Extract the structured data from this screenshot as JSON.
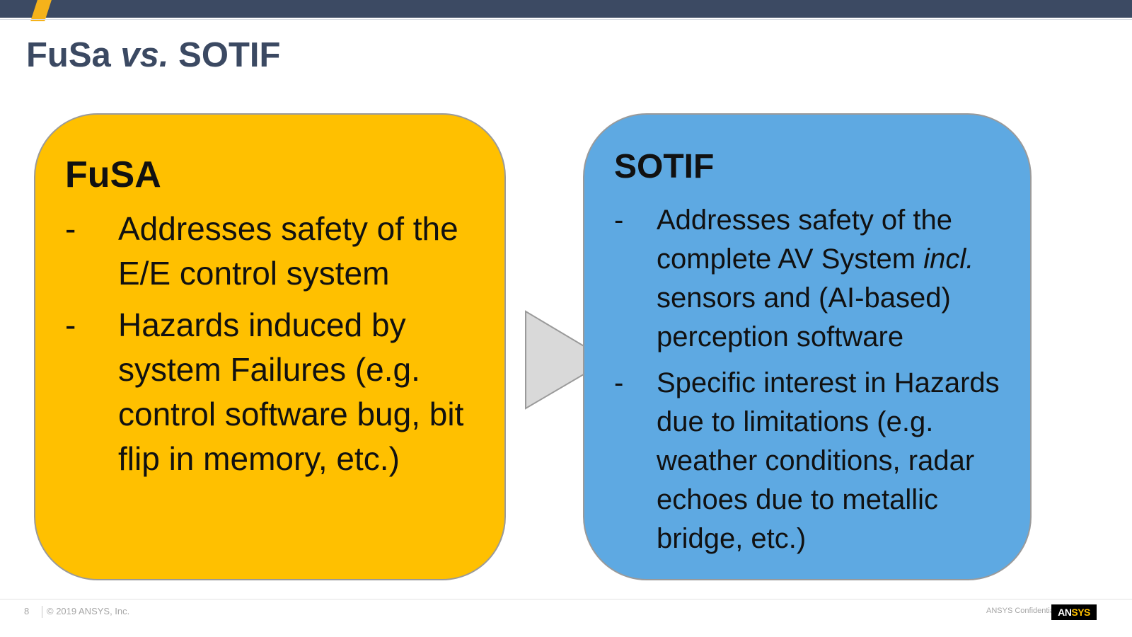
{
  "slide": {
    "title_main": "FuSa",
    "title_vs": "vs.",
    "title_end": "SOTIF"
  },
  "fusa": {
    "heading": "FuSA",
    "bullet_marker": "-",
    "bullets": [
      "Addresses safety of  the E/E control system",
      "Hazards induced by system Failures (e.g. control software bug, bit flip in memory, etc.)"
    ]
  },
  "sotif": {
    "heading": "SOTIF",
    "bullet_marker": "-",
    "bullet1_before": "Addresses safety of the complete AV System ",
    "bullet1_italic": "incl.",
    "bullet1_after": " sensors and (AI-based) perception software",
    "bullet2": "Specific interest in Hazards due to limitations (e.g. weather conditions, radar echoes due to metallic bridge, etc.)"
  },
  "footer": {
    "page_number": "8",
    "copyright": "© 2019 ANSYS, Inc.",
    "confidential": "ANSYS Confidential",
    "logo_part1": "AN",
    "logo_part2": "SYS"
  },
  "colors": {
    "fusa_box": "#ffc000",
    "sotif_box": "#5ea9e2",
    "header_bar": "#3c4a63",
    "accent": "#f5b21a",
    "arrow": "#d9d9d9"
  }
}
